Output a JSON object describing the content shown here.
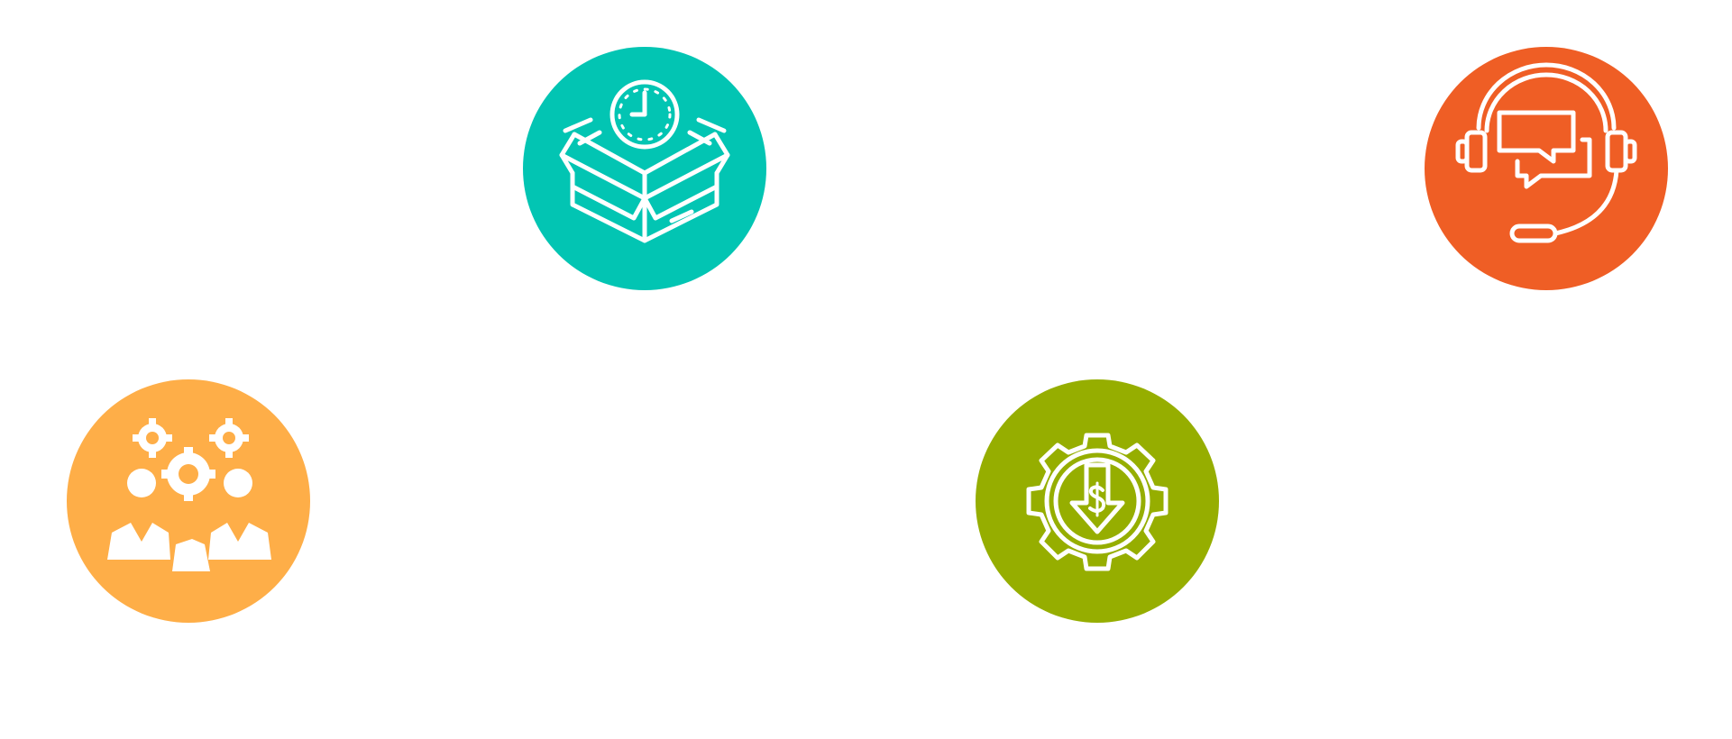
{
  "icons": [
    {
      "id": "badge-delivery",
      "name": "box-clock-icon",
      "color": "#02c5b3"
    },
    {
      "id": "badge-support",
      "name": "headset-chat-icon",
      "color": "#ef5e25"
    },
    {
      "id": "badge-teamwork",
      "name": "team-gears-icon",
      "color": "#feae48"
    },
    {
      "id": "badge-cost",
      "name": "gear-dollar-down-icon",
      "color": "#96ae00"
    }
  ]
}
